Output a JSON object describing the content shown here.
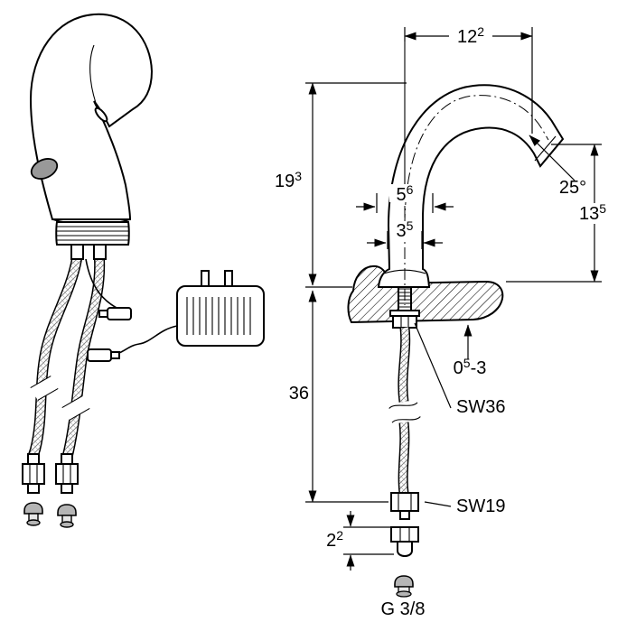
{
  "colors": {
    "line": "#000000",
    "background": "#ffffff",
    "sensor_window": "#999999",
    "plug_cap": "#b5b5b5"
  },
  "labels": {
    "overhang": {
      "base": "12",
      "sup": "2",
      "tail": ""
    },
    "spout_height": {
      "base": "19",
      "sup": "3",
      "tail": ""
    },
    "base_width": {
      "base": "5",
      "sup": "6",
      "tail": ""
    },
    "shank_width": {
      "base": "3",
      "sup": "5",
      "tail": ""
    },
    "outlet_height": {
      "base": "13",
      "sup": "5",
      "tail": ""
    },
    "deck_thickness": {
      "base": "0",
      "sup": "5",
      "tail": "-3"
    },
    "fitting_height": {
      "base": "2",
      "sup": "2",
      "tail": ""
    },
    "outlet_angle": "25°",
    "below_deck_length": "36",
    "wrench_size_shank_nut": "SW36",
    "wrench_size_hose_nut": "SW19",
    "thread_size": "G 3/8"
  }
}
